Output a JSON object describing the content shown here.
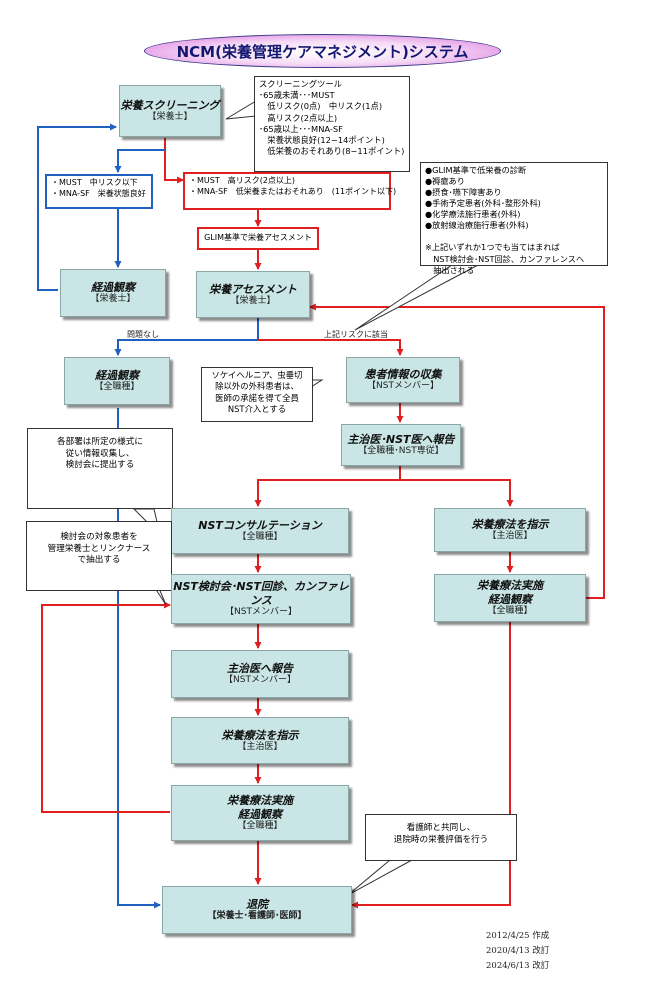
{
  "title": "NCM(栄養管理ケアマネジメント)システム",
  "nodes": {
    "screening": {
      "title": "栄養スクリーニング",
      "sub": "【栄養士】"
    },
    "observe1": {
      "title": "経過観察",
      "sub": "【栄養士】"
    },
    "assess": {
      "title": "栄養アセスメント",
      "sub": "【栄養士】"
    },
    "observe2": {
      "title": "経過観察",
      "sub": "【全職種】"
    },
    "collect": {
      "title": "患者情報の収集",
      "sub": "【NSTメンバー】"
    },
    "report1": {
      "title": "主治医･NST医へ報告",
      "sub": "【全職種･NST専従】"
    },
    "consult": {
      "title": "NSTコンサルテーション",
      "sub": "【全職種】"
    },
    "order1": {
      "title": "栄養療法を指示",
      "sub": "【主治医】"
    },
    "conference": {
      "title": "NST検討会･NST回診、カンファレンス",
      "sub": "【NSTメンバー】"
    },
    "impl1": {
      "title": "栄養療法実施\n経過観察",
      "sub": "【全職種】"
    },
    "report2": {
      "title": "主治医へ報告",
      "sub": "【NSTメンバー】"
    },
    "order2": {
      "title": "栄養療法を指示",
      "sub": "【主治医】"
    },
    "impl2": {
      "title": "栄養療法実施\n経過観察",
      "sub": "【全職種】"
    },
    "discharge": {
      "title": "退院",
      "sub": "【栄養士･看護師･医師】"
    }
  },
  "notes": {
    "screening_tool": "スクリーニングツール\n･65歳未満･･･MUST\n　低リスク(0点)　中リスク(1点)\n　高リスク(2点以上)\n･65歳以上･･･MNA-SF\n　栄養状態良好(12−14ポイント)\n　低栄養のおそれあり(8−11ポイント)",
    "blue_criteria": "・MUST　中リスク以下\n・MNA-SF　栄養状態良好",
    "red_criteria": "・MUST　高リスク(2点以上)\n・MNA-SF　低栄養またはおそれあり　(11ポイント以下)",
    "glim": "GLIM基準で栄養アセスメント",
    "conditions": "●GLIM基準で低栄養の診断\n●褥瘡あり\n●摂食･嚥下障害あり\n●手術予定患者(外科･整形外科)\n●化学療法施行患者(外科)\n●放射線治療施行患者(外科)\n\n※上記いずれか1つでも当てはまれば\n　NST検討会･NST回診、カンファレンスへ\n　抽出される",
    "surgery": "ソケイヘルニア、虫垂切\n除以外の外科患者は、\n医師の承諾を得て全員\nNST介入とする",
    "departments": "各部署は所定の様式に\n従い情報収集し、\n検討会に提出する",
    "target": "検討会の対象患者を\n管理栄養士とリンクナース\nで抽出する",
    "nurse": "看護師と共同し、\n退院時の栄養評価を行う"
  },
  "labels": {
    "no_problem": "問題なし",
    "applicable": "上記リスクに該当"
  },
  "dates": [
    "2012/4/25 作成",
    "2020/4/13 改訂",
    "2024/6/13 改訂"
  ],
  "colors": {
    "red": "#e02020",
    "blue": "#2060c0",
    "node_fill": "#c9e5e5"
  }
}
